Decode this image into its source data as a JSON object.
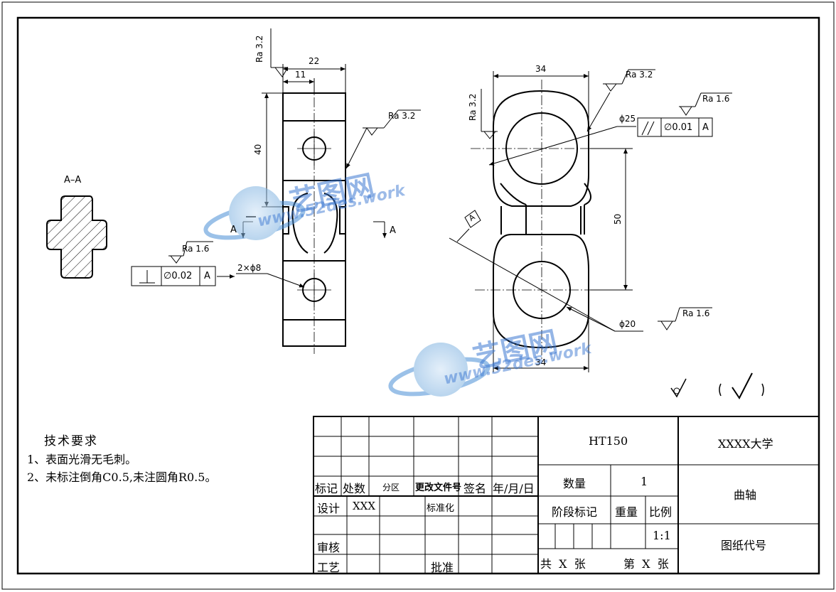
{
  "section_label": "A–A",
  "section_marks": {
    "left": "A",
    "right": "A"
  },
  "roughness": {
    "side_top": "Ra 3.2",
    "side_face": "Ra 3.2",
    "side_ref": "Ra 1.6",
    "front_left": "Ra 3.2",
    "front_top": "Ra 3.2",
    "front_tol": "Ra 1.6",
    "front_bottom": "Ra 1.6"
  },
  "dimensions": {
    "side_width": "22",
    "side_half": "11",
    "side_height": "40",
    "holes": "2×ϕ8",
    "front_top_width": "34",
    "front_bottom_width": "34",
    "center_distance": "50",
    "big_hole": "ϕ25",
    "small_hole": "ϕ20"
  },
  "tolerance_perp": {
    "symbol": "⊥",
    "value": "∅0.02",
    "datum": "A"
  },
  "tolerance_parallel": {
    "symbol": "//",
    "value": "∅0.01",
    "datum": "A"
  },
  "datum_label": "A",
  "general_surface": {
    "mark": "∀",
    "paren": "( √ )"
  },
  "tech_requirements": {
    "title": "技术要求",
    "item1": "1、表面光滑无毛刺。",
    "item2": "2、未标注倒角C0.5,未注圆角R0.5。"
  },
  "title_block": {
    "material": "HT150",
    "school": "XXXX大学",
    "part_name": "曲轴",
    "drawing_code": "图纸代号",
    "qty_label": "数量",
    "qty_value": "1",
    "stage_label": "阶段标记",
    "weight_label": "重量",
    "scale_label": "比例",
    "scale_value": "1:1",
    "total_sheets": "共  X  张",
    "sheet_no": "第  X  张",
    "mark": "标记",
    "count": "处数",
    "zone": "分区",
    "change_doc": "更改文件号",
    "signature": "签名",
    "date": "年/月/日",
    "design": "设计",
    "designer": "XXX",
    "standard": "标准化",
    "review": "审核",
    "process": "工艺",
    "approve": "批准"
  },
  "watermark": {
    "brand": "艺图网",
    "url": "www.52des.work"
  }
}
